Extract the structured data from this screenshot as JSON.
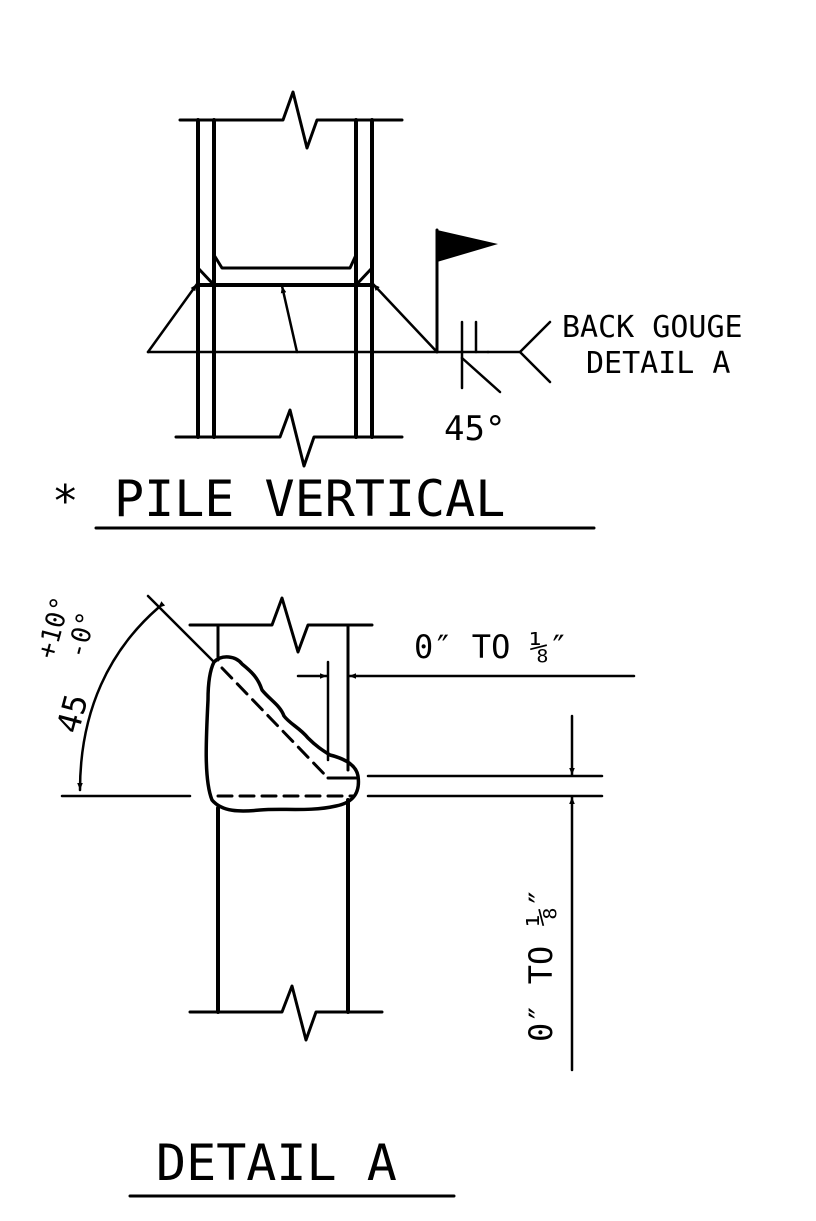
{
  "top": {
    "note_line1": "BACK GOUGE",
    "note_line2": "DETAIL A",
    "angle_label": "45°",
    "title_mark": "*",
    "title": "PILE VERTICAL"
  },
  "detail": {
    "angle_main": "45",
    "angle_tol_plus": "+10°",
    "angle_tol_minus": "-0°",
    "gap_horizontal": "0″ TO ⅛″",
    "gap_vertical": "0″ TO ⅛″",
    "title": "DETAIL A"
  }
}
